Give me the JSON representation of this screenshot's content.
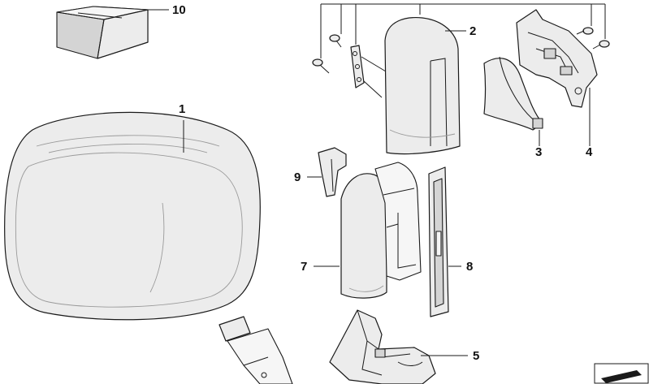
{
  "callouts": {
    "c1": "1",
    "c2": "2",
    "c3": "3",
    "c4": "4",
    "c5": "5",
    "c7": "7",
    "c8": "8",
    "c9": "9",
    "c10": "10"
  },
  "colors": {
    "part_fill": "#ececec",
    "outline": "#1a1a1a",
    "background": "#ffffff"
  },
  "icons": {
    "corner_icon": "arrow-box-icon"
  }
}
